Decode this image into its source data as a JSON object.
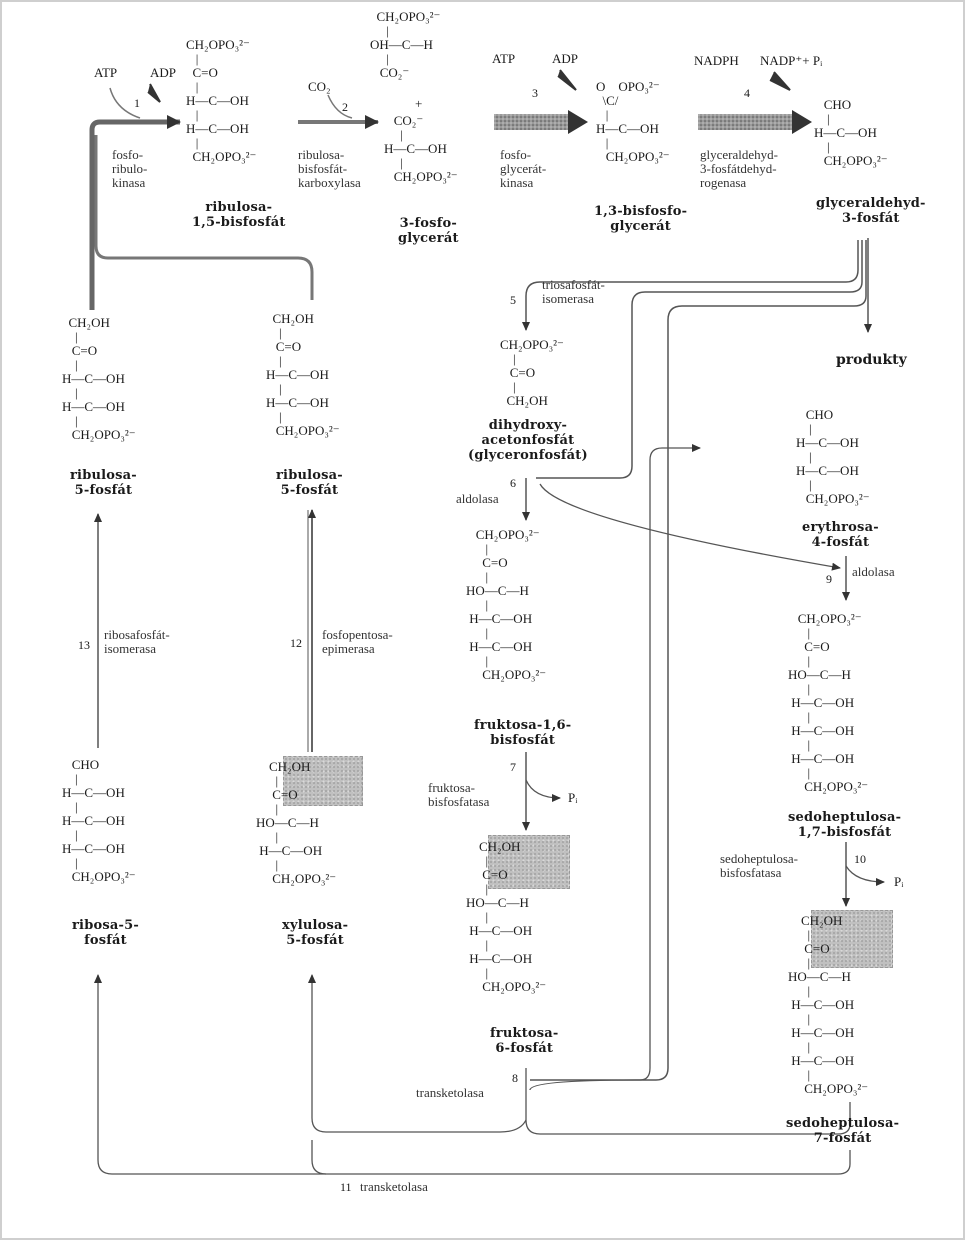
{
  "cofactors": {
    "step1_in": "ATP",
    "step1_out": "ADP",
    "step2_in": "CO₂",
    "step3_in": "ATP",
    "step3_out": "ADP",
    "step4_in": "NADPH",
    "step4_out": "NADP⁺+ Pᵢ",
    "step7_out": "Pᵢ",
    "step10_out": "Pᵢ",
    "plus": "+"
  },
  "step_numbers": [
    "1",
    "2",
    "3",
    "4",
    "5",
    "6",
    "7",
    "8",
    "9",
    "10",
    "11",
    "12",
    "13"
  ],
  "enzymes": {
    "e1": "fosfo-\nribulo-\nkinasa",
    "e2": "ribulosa-\nbisfosfát-\nkarboxylasa",
    "e3": "fosfo-\nglycerát-\nkinasa",
    "e4": "glyceraldehyd-\n3-fosfátdehyd-\nrogenasa",
    "e5": "triosafosfát-\nisomerasa",
    "e6": "aldolasa",
    "e7": "fruktosa-\nbisfosfatasa",
    "e8": "transketolasa",
    "e9": "aldolasa",
    "e10": "sedoheptulosa-\nbisfosfatasa",
    "e11": "transketolasa",
    "e12": "fosfopentosa-\nepimerasa",
    "e13": "ribosafosfát-\nisomerasa"
  },
  "compounds": {
    "rubp": {
      "name": "ribulosa-\n1,5-bisfosfát",
      "formula": [
        "CH₂OPO₃²⁻",
        "   |",
        "  C=O",
        "   |",
        "H—C—OH",
        "   |",
        "H—C—OH",
        "   |",
        "  CH₂OPO₃²⁻"
      ]
    },
    "pga": {
      "name": "3-fosfo-\nglycerát",
      "formula_top": [
        "  CH₂OPO₃²⁻",
        "     |",
        "OH—C—H",
        "     |",
        "   CO₂⁻"
      ],
      "formula_bottom": [
        "   CO₂⁻",
        "     |",
        "H—C—OH",
        "     |",
        "   CH₂OPO₃²⁻"
      ]
    },
    "bpg": {
      "name": "1,3-bisfosfo-\nglycerát",
      "formula": [
        "O    OPO₃²⁻",
        "  \\C/",
        "   |",
        "H—C—OH",
        "   |",
        "   CH₂OPO₃²⁻"
      ]
    },
    "gap": {
      "name": "glyceraldehyd-\n3-fosfát",
      "formula": [
        "   CHO",
        "    |",
        "H—C—OH",
        "    |",
        "   CH₂OPO₃²⁻"
      ]
    },
    "ru5p_a": {
      "name": "ribulosa-\n5-fosfát",
      "formula": [
        "  CH₂OH",
        "    |",
        "   C=O",
        "    |",
        "H—C—OH",
        "    |",
        "H—C—OH",
        "    |",
        "   CH₂OPO₃²⁻"
      ]
    },
    "ru5p_b": {
      "name": "ribulosa-\n5-fosfát",
      "formula": [
        "  CH₂OH",
        "    |",
        "   C=O",
        "    |",
        "H—C—OH",
        "    |",
        "H—C—OH",
        "    |",
        "   CH₂OPO₃²⁻"
      ]
    },
    "dhap": {
      "name": "dihydroxy-\nacetonfosfát\n(glyceronfosfát)",
      "formula": [
        "CH₂OPO₃²⁻",
        "    |",
        "   C=O",
        "    |",
        "  CH₂OH"
      ]
    },
    "e4p": {
      "name": "erythrosa-\n4-fosfát",
      "formula": [
        "   CHO",
        "    |",
        "H—C—OH",
        "    |",
        "H—C—OH",
        "    |",
        "   CH₂OPO₃²⁻"
      ]
    },
    "fbp": {
      "name": "fruktosa-1,6-\nbisfosfát",
      "formula": [
        "   CH₂OPO₃²⁻",
        "      |",
        "     C=O",
        "      |",
        "HO—C—H",
        "      |",
        " H—C—OH",
        "      |",
        " H—C—OH",
        "      |",
        "     CH₂OPO₃²⁻"
      ]
    },
    "sbp": {
      "name": "sedoheptulosa-\n1,7-bisfosfát",
      "formula": [
        "   CH₂OPO₃²⁻",
        "      |",
        "     C=O",
        "      |",
        "HO—C—H",
        "      |",
        " H—C—OH",
        "      |",
        " H—C—OH",
        "      |",
        " H—C—OH",
        "      |",
        "     CH₂OPO₃²⁻"
      ]
    },
    "r5p": {
      "name": "ribosa-5-\nfosfát",
      "formula": [
        "   CHO",
        "    |",
        "H—C—OH",
        "    |",
        "H—C—OH",
        "    |",
        "H—C—OH",
        "    |",
        "   CH₂OPO₃²⁻"
      ]
    },
    "xu5p": {
      "name": "xylulosa-\n5-fosfát",
      "formula": [
        "    CH₂OH",
        "      |",
        "     C=O",
        "      |",
        "HO—C—H",
        "      |",
        " H—C—OH",
        "      |",
        "     CH₂OPO₃²⁻"
      ]
    },
    "f6p": {
      "name": "fruktosa-\n6-fosfát",
      "formula": [
        "    CH₂OH",
        "      |",
        "     C=O",
        "      |",
        "HO—C—H",
        "      |",
        " H—C—OH",
        "      |",
        " H—C—OH",
        "      |",
        "     CH₂OPO₃²⁻"
      ]
    },
    "s7p": {
      "name": "sedoheptulosa-\n7-fosfát",
      "formula": [
        "    CH₂OH",
        "      |",
        "     C=O",
        "      |",
        "HO—C—H",
        "      |",
        " H—C—OH",
        "      |",
        " H—C—OH",
        "      |",
        " H—C—OH",
        "      |",
        "     CH₂OPO₃²⁻"
      ]
    }
  },
  "products": "produkty",
  "colors": {
    "arrow": "#555555",
    "thick_arrow": "#8a8a8a",
    "shade": "#8e8e8e"
  }
}
